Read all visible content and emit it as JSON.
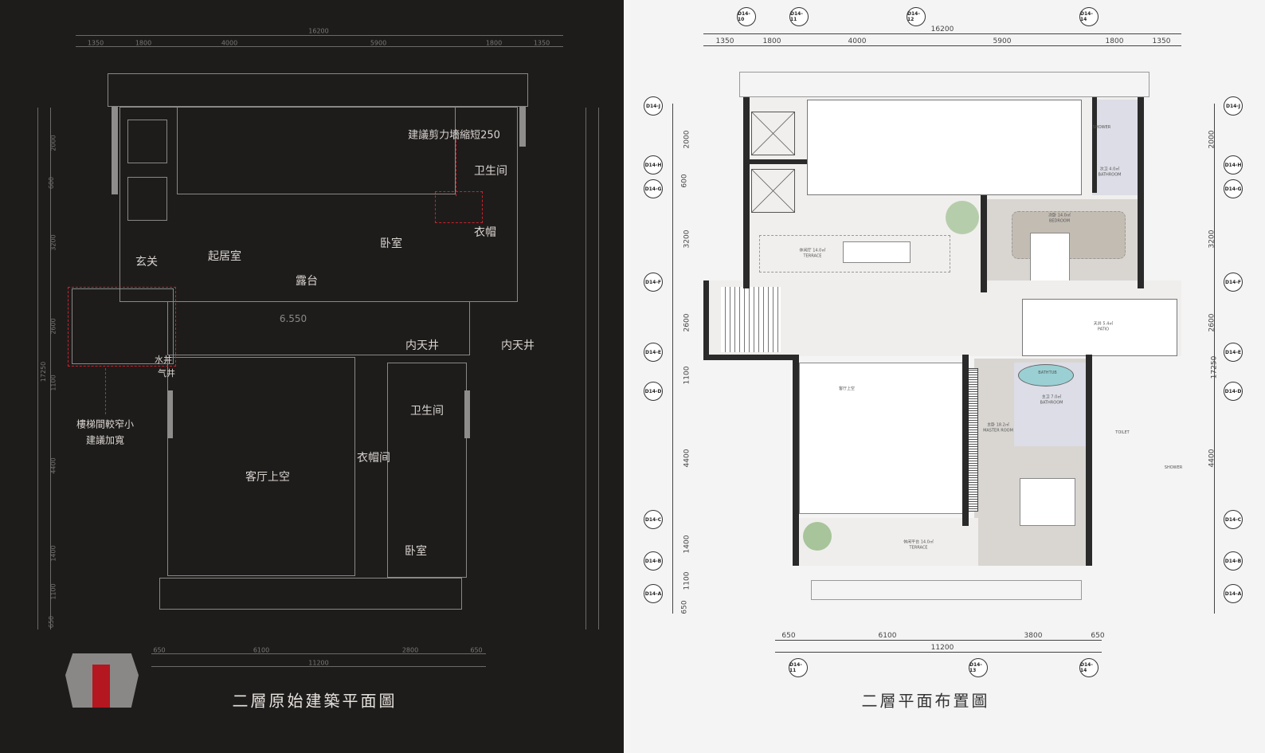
{
  "left": {
    "title": "二層原始建築平面圖",
    "top_total": "16200",
    "top_dims": [
      "1350",
      "1800",
      "4000",
      "5900",
      "1800",
      "1350"
    ],
    "bottom_total": "11200",
    "bottom_dims": [
      "650",
      "6100",
      "2800",
      "650"
    ],
    "side_dims": [
      "2000",
      "600",
      "3200",
      "2600",
      "1100",
      "4400",
      "1400",
      "1100",
      "650"
    ],
    "side_total": "17250",
    "level": "6.550",
    "rooms": [
      "玄关",
      "起居室",
      "露台",
      "卧室",
      "卫生间",
      "衣帽",
      "内天井",
      "内天井",
      "水井",
      "气井",
      "卫生间",
      "衣帽间",
      "客厅上空",
      "卧室"
    ],
    "notes": [
      "建議剪力墻縮短250",
      "樓梯間較窄小",
      "建議加寬"
    ]
  },
  "right": {
    "title": "二層平面布置圖",
    "top_total": "16200",
    "top_dims": [
      "1350",
      "1800",
      "4000",
      "5900",
      "1800",
      "1350"
    ],
    "top_axes": [
      "D14-10",
      "D14-11",
      "D14-12",
      "D14-14"
    ],
    "side_axes": [
      "D14-J",
      "D14-H",
      "D14-G",
      "D14-F",
      "D14-E",
      "D14-D",
      "D14-C",
      "D14-B",
      "D14-A"
    ],
    "side_dims": [
      "2000",
      "600",
      "3200",
      "2600",
      "1100",
      "4400",
      "1400",
      "1100",
      "650"
    ],
    "side_total": "17250",
    "bottom_total": "11200",
    "bottom_dims": [
      "650",
      "6100",
      "3800",
      "650"
    ],
    "bottom_axes": [
      "D14-11",
      "D14-13",
      "D14-14"
    ],
    "rooms": [
      {
        "name": "休闲厅 14.0㎡",
        "en": "TERRACE"
      },
      {
        "name": "次卧 14.0㎡",
        "en": "BEDROOM"
      },
      {
        "name": "天井 5.4㎡",
        "en": "PATIO"
      },
      {
        "name": "客厅上空",
        "en": ""
      },
      {
        "name": "主卫 7.0㎡",
        "en": "BATHROOM"
      },
      {
        "name": "主卧 18.2㎡",
        "en": "MASTER ROOM"
      },
      {
        "name": "休闲平台 14.0㎡",
        "en": "TERRACE"
      },
      {
        "name": "次卫 4.0㎡",
        "en": "BATHROOM"
      }
    ],
    "fixtures": [
      "SHOWER",
      "BATHTUB",
      "TOILET",
      "SHOWER"
    ]
  }
}
